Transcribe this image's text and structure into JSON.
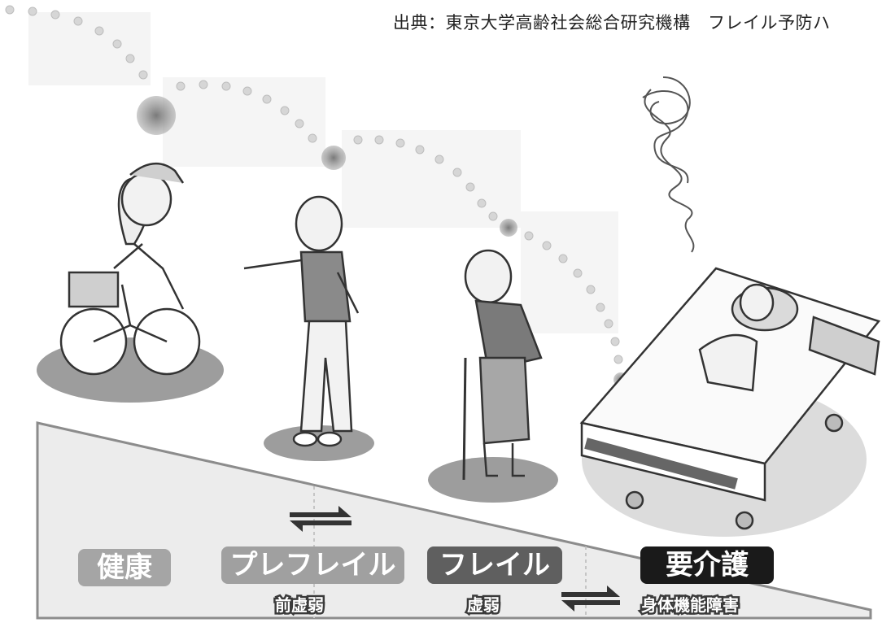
{
  "source_text": "出典：東京大学高齢社会総合研究機構　フレイル予防ハ",
  "stages": [
    {
      "label": "健康",
      "sub": ""
    },
    {
      "label": "プレフレイル",
      "sub": "前虚弱"
    },
    {
      "label": "フレイル",
      "sub": "虚弱"
    },
    {
      "label": "要介護",
      "sub": "身体機能障害"
    }
  ],
  "colors": {
    "badge_health": "#a5a5a5",
    "badge_prefrail": "#a0a0a0",
    "badge_frail": "#5f5f5f",
    "badge_care": "#1a1a1a",
    "slope_fill": "#ededed",
    "slope_edge": "#8c8c8c",
    "dots": "#d8d8d8",
    "shadow": "#9e9e9e"
  },
  "icons": [
    "reversible-arrows-icon",
    "reversible-arrows-icon"
  ]
}
